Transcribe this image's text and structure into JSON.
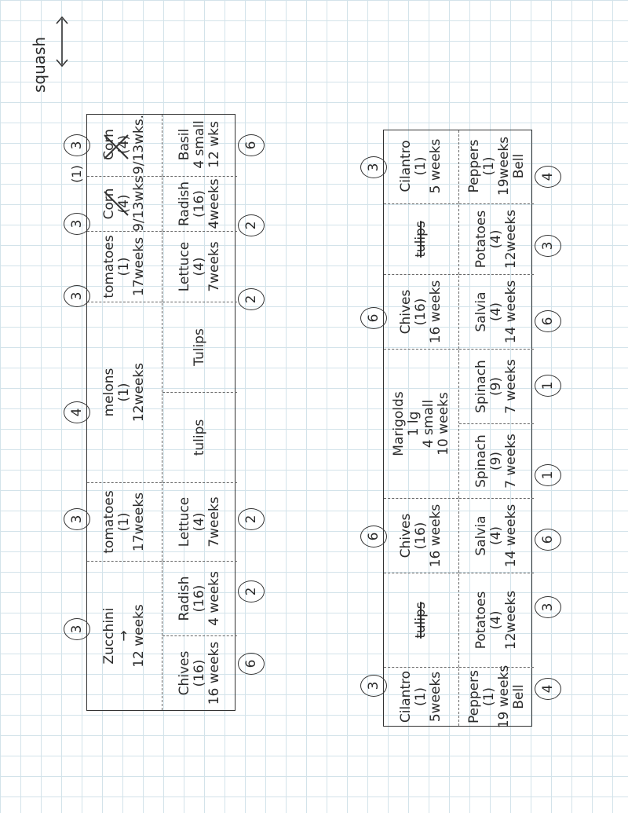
{
  "squash_note": {
    "label": "squash",
    "count": "(1)"
  },
  "plan_a": {
    "top_row": [
      {
        "lines": [
          "Zucchini",
          "→",
          "12 weeks"
        ]
      },
      {
        "lines": [
          "tomatoes",
          "(1)",
          "17weeks"
        ]
      },
      {
        "lines": [
          "melons",
          "(1)",
          "12weeks"
        ]
      },
      {
        "lines": [
          "tomatoes",
          "(1)",
          "17weeks"
        ]
      },
      {
        "lines": [
          "Corn",
          "(4)",
          "9/13wks"
        ]
      },
      {
        "lines": [
          "Corn",
          "(4)",
          "9/13wks."
        ]
      }
    ],
    "bottom_row": [
      {
        "lines": [
          "Chives",
          "(16)",
          "16 weeks"
        ]
      },
      {
        "lines": [
          "Radish",
          "(16)",
          "4 weeks"
        ]
      },
      {
        "lines": [
          "Lettuce",
          "(4)",
          "7weeks"
        ]
      },
      {
        "lines": [
          "tulips"
        ]
      },
      {
        "lines": [
          "Tulips"
        ]
      },
      {
        "lines": [
          "Lettuce",
          "(4)",
          "7weeks"
        ]
      },
      {
        "lines": [
          "Radish",
          "(16)",
          "4weeks"
        ]
      },
      {
        "lines": [
          "Basil",
          "4 small",
          "12 wks"
        ]
      }
    ],
    "top_markers": [
      "3",
      "3",
      "4",
      "3",
      "3",
      "3"
    ],
    "bottom_markers": [
      "6",
      "2",
      "2",
      "2",
      "2",
      "6"
    ]
  },
  "plan_b": {
    "top_row": [
      {
        "lines": [
          "Cilantro",
          "(1)",
          "5weeks"
        ]
      },
      {
        "lines": [
          "tulips"
        ]
      },
      {
        "lines": [
          "Chives",
          "(16)",
          "16 weeks"
        ]
      },
      {
        "lines": [
          "Marigolds",
          "1 lg",
          "4 small",
          "10 weeks"
        ]
      },
      {
        "lines": [
          "Chives",
          "(16)",
          "16 weeks"
        ]
      },
      {
        "lines": [
          "tulips"
        ]
      },
      {
        "lines": [
          "Cilantro",
          "(1)",
          "5 weeks"
        ]
      }
    ],
    "bottom_row": [
      {
        "lines": [
          "Peppers",
          "(1)",
          "19 weeks",
          "Bell"
        ]
      },
      {
        "lines": [
          "Potatoes",
          "(4)",
          "12weeks"
        ]
      },
      {
        "lines": [
          "Salvia",
          "(4)",
          "14 weeks"
        ]
      },
      {
        "lines": [
          "Spinach",
          "(9)",
          "7 weeks"
        ]
      },
      {
        "lines": [
          "Spinach",
          "(9)",
          "7 weeks"
        ]
      },
      {
        "lines": [
          "Salvia",
          "(4)",
          "14 weeks"
        ]
      },
      {
        "lines": [
          "Potatoes",
          "(4)",
          "12weeks"
        ]
      },
      {
        "lines": [
          "Peppers",
          "(1)",
          "19weeks",
          "Bell"
        ]
      }
    ],
    "top_markers": [
      "3",
      "6",
      "6",
      "3"
    ],
    "bottom_markers": [
      "4",
      "3",
      "6",
      "1",
      "1",
      "6",
      "3",
      "4"
    ]
  }
}
